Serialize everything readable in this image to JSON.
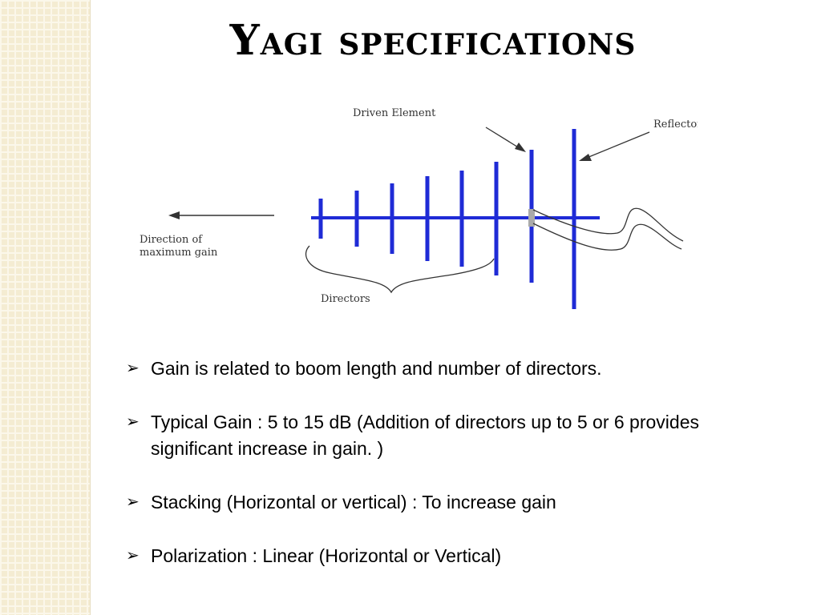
{
  "slide": {
    "title": "Yagi specifications"
  },
  "diagram": {
    "labels": {
      "driven_element": "Driven Element",
      "reflector": "Reflector",
      "direction_line1": "Direction of",
      "direction_line2": "maximum gain",
      "directors": "Directors"
    },
    "element_color": "#1f2bd6",
    "boom_color": "#1f2bd6"
  },
  "bullets": {
    "marker": "➢",
    "items": [
      " Gain is related to boom length and number of directors.",
      "Typical Gain : 5 to 15 dB  (Addition of directors up to 5 or 6 provides significant increase in gain. )",
      "Stacking (Horizontal or vertical) : To increase gain",
      "Polarization : Linear (Horizontal or Vertical)"
    ]
  }
}
